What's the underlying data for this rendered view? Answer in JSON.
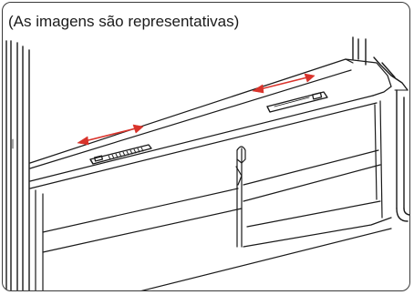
{
  "caption": "(As imagens são representativas)",
  "colors": {
    "line": "#1a1a1a",
    "arrow": "#d9332b",
    "frame": "#3a3a3a"
  },
  "icons": {
    "left_control": "vent-slider",
    "right_control": "vent-slider",
    "arrows": "double-headed-arrow"
  }
}
